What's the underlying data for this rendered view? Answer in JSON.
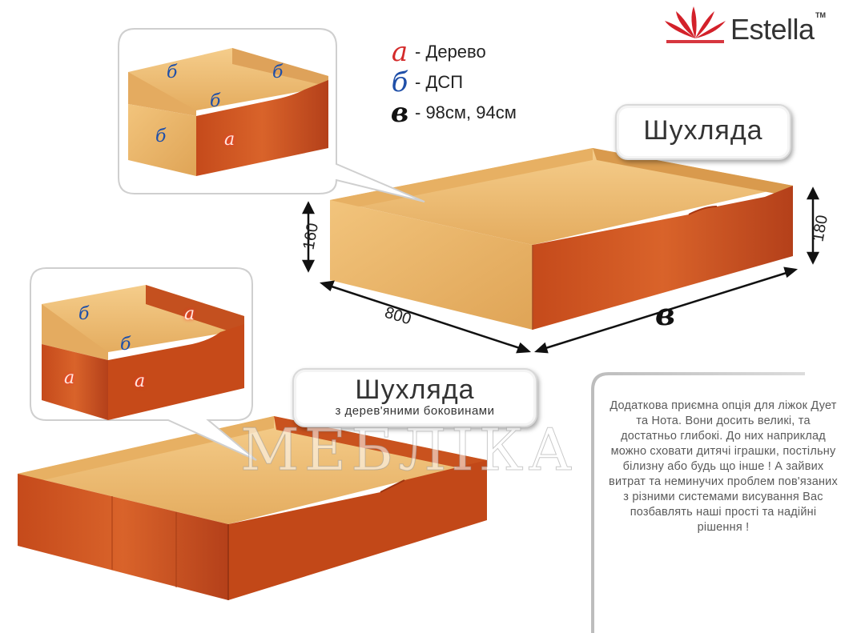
{
  "brand": {
    "name": "Estella",
    "tm": "TM"
  },
  "legend": [
    {
      "letter": "а",
      "text": "- Дерево",
      "color": "#d42a2a"
    },
    {
      "letter": "б",
      "text": "- ДСП",
      "color": "#1f4fa8"
    },
    {
      "letter": "в",
      "text": "- 98см, 94см",
      "color": "#111111"
    }
  ],
  "drawer1": {
    "title": "Шухляда",
    "dim_width": "800",
    "dim_front_height": "160",
    "dim_back_height": "180",
    "dim_length_letter": "в",
    "detail_labels": [
      "б",
      "б",
      "б",
      "б",
      "а"
    ]
  },
  "drawer2": {
    "title": "Шухляда",
    "subtitle": "з дерев'яними боковинами",
    "detail_labels": [
      "б",
      "а",
      "б",
      "а",
      "а"
    ]
  },
  "watermark": "МЕБЛІКА",
  "description": "Додаткова приємна опція для ліжок Дует та Нота. Вони досить великі, та достатньо глибокі. До них наприклад можно сховати дитячі іграшки, постільну білизну або будь що інше ! А зайвих витрат та неминучих проблем пов'язаних з різними системами висування Вас позбавлять наші прості та надійні рішення !",
  "colors": {
    "wood_light": "#e9b467",
    "wood_red": "#c9521e",
    "letter_a": "#d42a2a",
    "letter_b": "#1f4fa8"
  }
}
